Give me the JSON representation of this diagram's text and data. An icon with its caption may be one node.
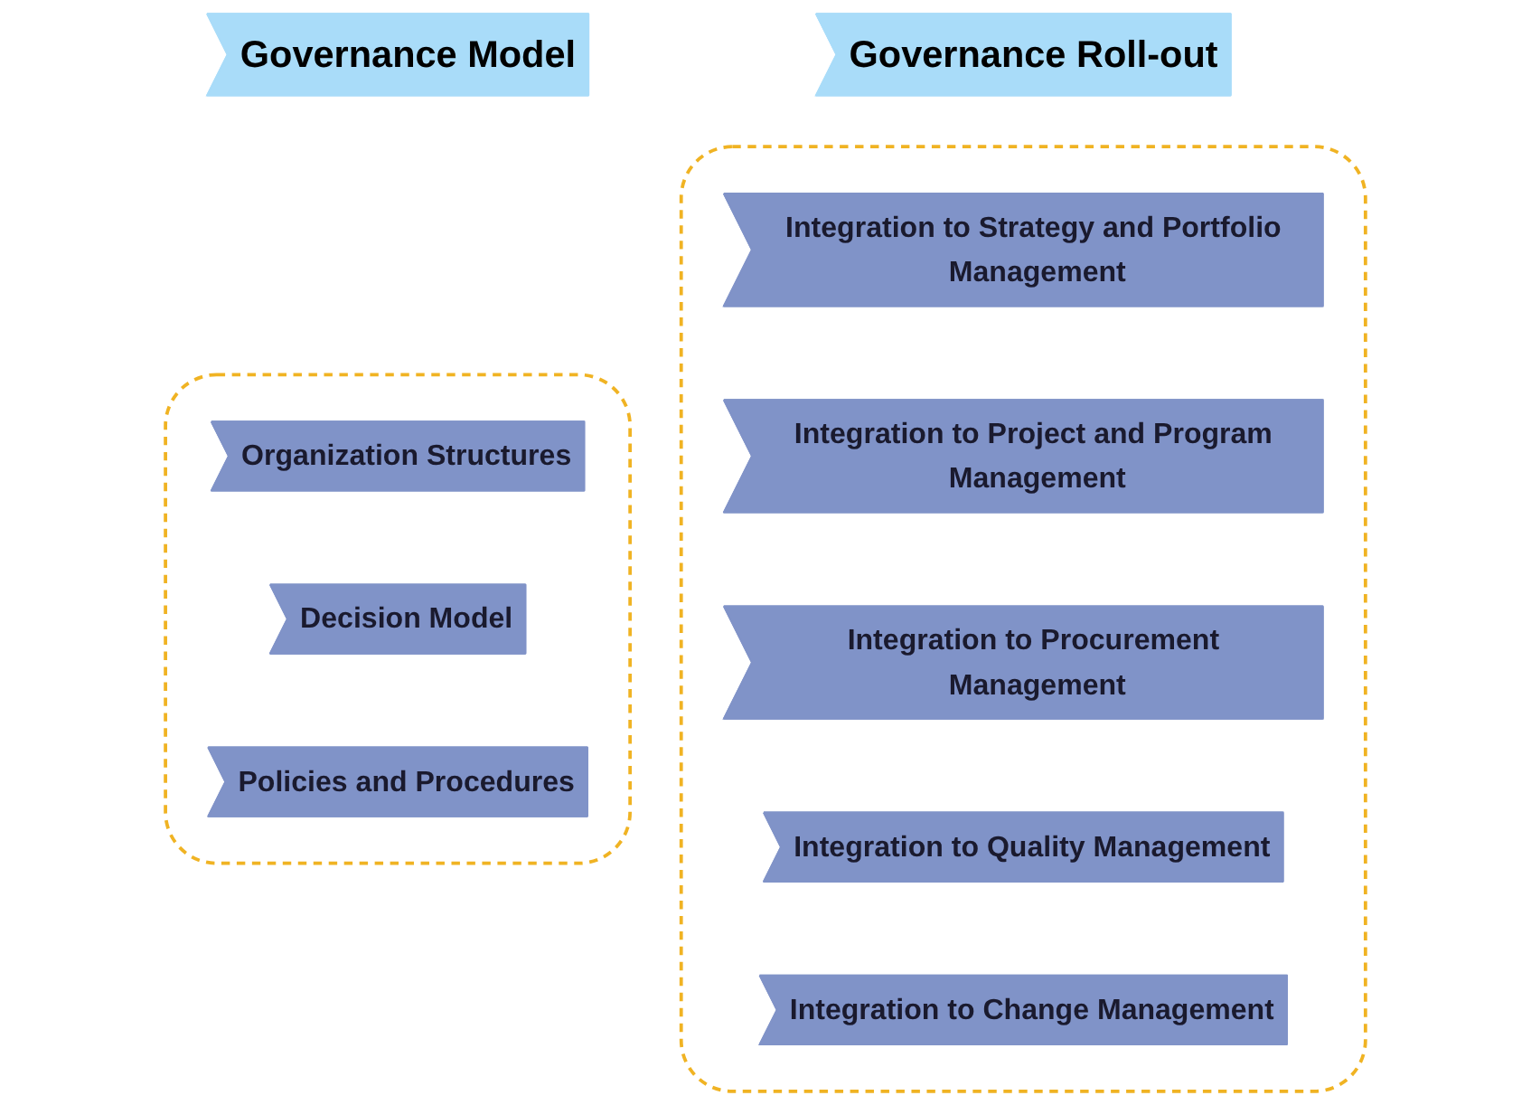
{
  "diagram": {
    "nodes": [
      {
        "text": [
          "Governance Model"
        ]
      },
      {
        "text": [
          "Governance Roll-out"
        ]
      },
      {
        "text": [],
        "shape": "box"
      },
      {
        "text": [
          "Organization Structures"
        ],
        "in": 2
      },
      {
        "text": [
          "Decision Model"
        ],
        "in": 2
      },
      {
        "text": [
          "Policies and Procedures"
        ],
        "in": 2
      },
      {
        "text": [],
        "shape": "box"
      },
      {
        "text": [
          "Integration to Strategy and Portfolio Management"
        ],
        "in": 6
      },
      {
        "text": [
          "Integration to Project and Program Management"
        ],
        "in": 6
      },
      {
        "text": [
          "Integration to Procurement Management"
        ],
        "in": 6
      },
      {
        "text": [
          "Integration to Quality Management"
        ],
        "in": 6
      },
      {
        "text": [
          "Integration to Change Management"
        ],
        "in": 6
      }
    ],
    "edges": []
  }
}
